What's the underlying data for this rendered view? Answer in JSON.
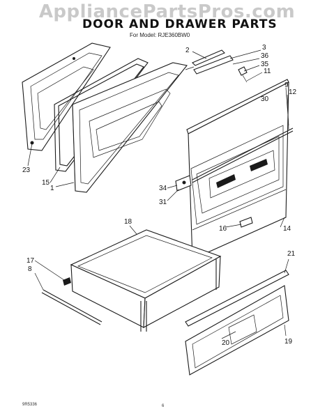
{
  "watermark": "AppliancePartsPros.com",
  "title": "DOOR AND DRAWER PARTS",
  "model_line": "For Model: RJE360BW0",
  "footer": {
    "left": "9R5336",
    "center": "6"
  },
  "callouts": {
    "c2": "2",
    "c3": "3",
    "c36": "36",
    "c35": "35",
    "c11": "11",
    "c9": "9",
    "c12": "12",
    "c30": "30",
    "c23": "23",
    "c15": "15",
    "c1": "1",
    "c34": "34",
    "c31": "31",
    "c16": "16",
    "c14": "14",
    "c18": "18",
    "c17": "17",
    "c8": "8",
    "c21": "21",
    "c19": "19",
    "c20": "20"
  }
}
